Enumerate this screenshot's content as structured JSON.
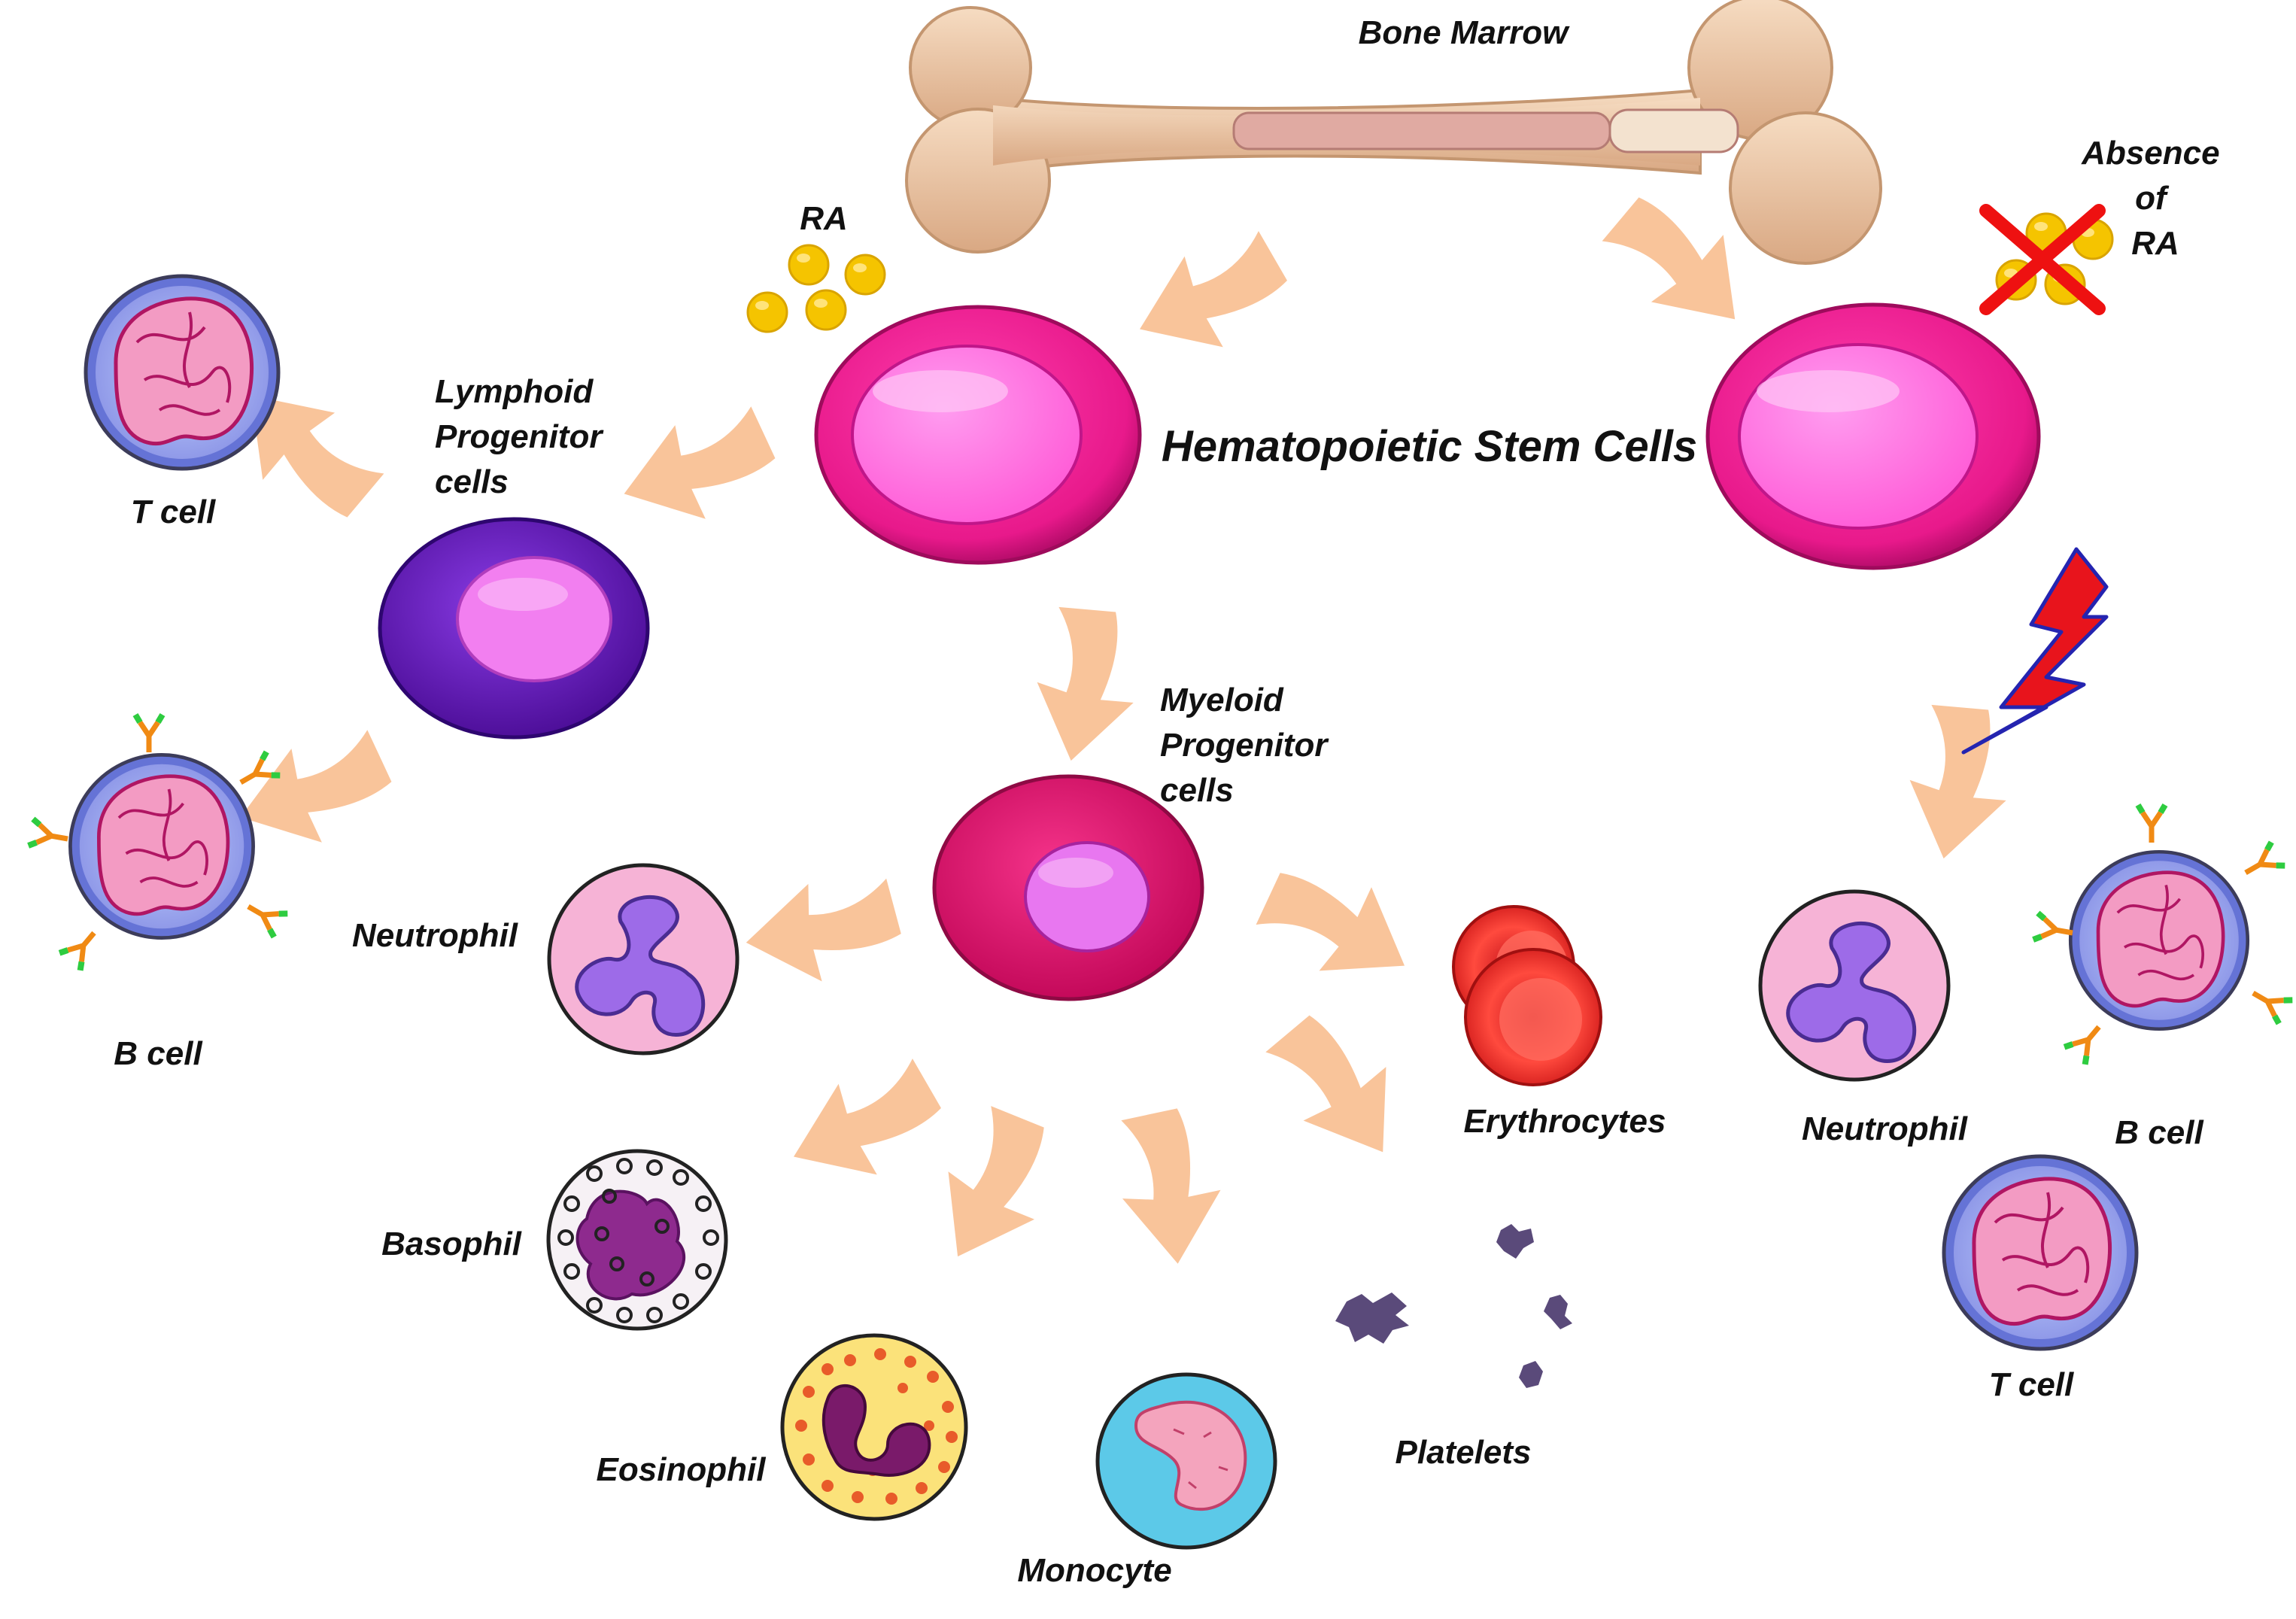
{
  "labels": {
    "bone_marrow": "Bone Marrow",
    "ra": "RA",
    "absence_of_ra": [
      "Absence",
      "of",
      "RA"
    ],
    "hsc": "Hematopoietic Stem Cells",
    "lymphoid": [
      "Lymphoid",
      "Progenitor",
      "cells"
    ],
    "myeloid": [
      "Myeloid",
      "Progenitor",
      "cells"
    ],
    "t_cell_left": "T cell",
    "b_cell_left": "B cell",
    "neutrophil_left": "Neutrophil",
    "basophil": "Basophil",
    "eosinophil": "Eosinophil",
    "monocyte": "Monocyte",
    "platelets": "Platelets",
    "erythrocytes": "Erythrocytes",
    "neutrophil_right": "Neutrophil",
    "b_cell_right": "B cell",
    "t_cell_right": "T cell"
  },
  "colors": {
    "arrow": "#F9C49A",
    "hsc_outer": "#E8198B",
    "hsc_inner": "#FF6FE0",
    "lymphoid_outer": "#6A1FC2",
    "lymphoid_inner": "#F27FF0",
    "myeloid_outer": "#E5156E",
    "myeloid_inner": "#E877F0",
    "bone": "#EBC9A7",
    "ra_dot": "#F5C400",
    "cross": "#EE1111",
    "lightning": "#E8141C"
  }
}
